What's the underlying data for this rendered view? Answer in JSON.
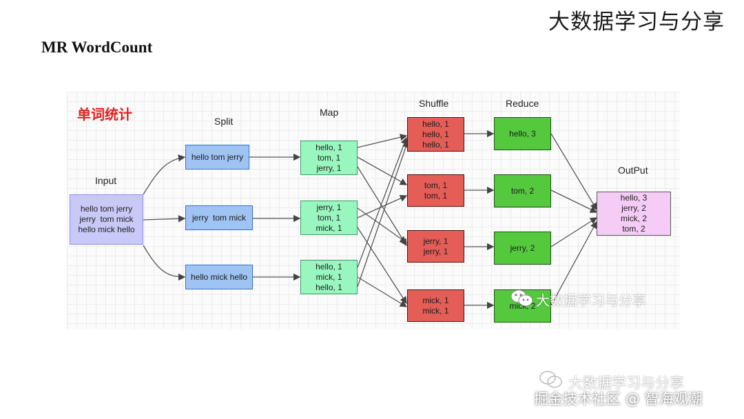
{
  "header": {
    "brand": "大数据学习与分享",
    "title": "MR WordCount"
  },
  "diagram": {
    "section_title": "单词统计",
    "headings": {
      "input": "Input",
      "split": "Split",
      "map": "Map",
      "shuffle": "Shuffle",
      "reduce": "Reduce",
      "output": "OutPut"
    },
    "input": "hello tom jerry\njerry  tom mick\nhello mick hello",
    "split": [
      "hello tom jerry",
      "jerry  tom mick",
      "hello mick hello"
    ],
    "map": [
      "hello, 1\ntom, 1\njerry, 1",
      "jerry, 1\ntom, 1\nmick, 1",
      "hello, 1\nmick, 1\nhello, 1"
    ],
    "shuffle": [
      "hello, 1\nhello, 1\nhello, 1",
      "tom, 1\ntom, 1",
      "jerry, 1\njerry, 1",
      "mick, 1\nmick, 1"
    ],
    "reduce": [
      "hello, 3",
      "tom, 2",
      "jerry, 2",
      "mick, 2"
    ],
    "output": "hello, 3\njerry, 2\nmick, 2\ntom, 2",
    "colors": {
      "input": "#c9c9f7",
      "split": "#9fc3f3",
      "map": "#9af6bf",
      "shuffle": "#e45d57",
      "reduce": "#55c93e",
      "output": "#f5ccf6"
    }
  },
  "watermarks": {
    "inner": "大数据学习与分享",
    "bottom1": "大数据学习与分享",
    "bottom2": "掘金技术社区 @ 智海观潮",
    "icon": "wechat-icon"
  }
}
